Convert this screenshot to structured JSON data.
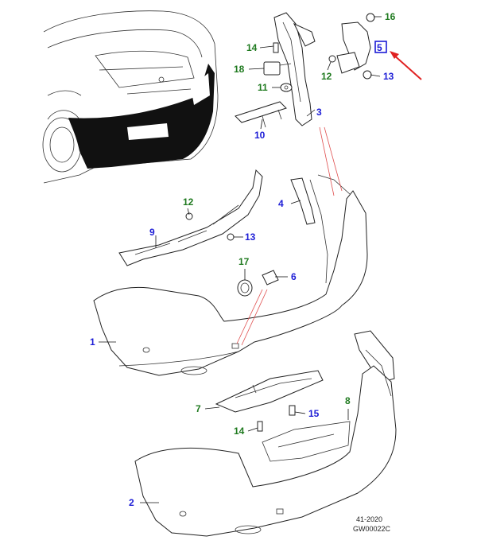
{
  "callouts": {
    "c1": "1",
    "c2": "2",
    "c3": "3",
    "c4": "4",
    "c5": "5",
    "c6": "6",
    "c7": "7",
    "c8": "8",
    "c9": "9",
    "c10": "10",
    "c11": "11",
    "c12a": "12",
    "c12b": "12",
    "c13a": "13",
    "c13b": "13",
    "c14a": "14",
    "c14b": "14",
    "c15": "15",
    "c16": "16",
    "c17": "17",
    "c18": "18"
  },
  "footer": {
    "date": "41-2020",
    "code": "GW00022C"
  },
  "colors": {
    "blue_callout": "#1c1cd6",
    "green_callout": "#1f7a1f",
    "highlight_box": "#1c1cd6",
    "arrow": "#e02020",
    "leader_red": "#e05050",
    "shaded_area": "#111111"
  }
}
